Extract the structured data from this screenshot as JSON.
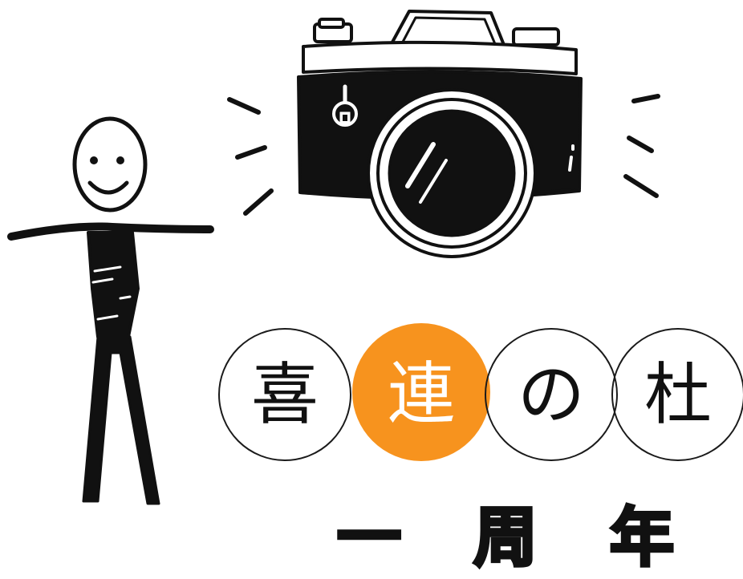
{
  "brand": {
    "characters": [
      "喜",
      "連",
      "の",
      "杜"
    ],
    "highlight_color": "#F7931E",
    "ink_color": "#111111"
  },
  "subtitle": {
    "characters": [
      "一",
      "周",
      "年"
    ]
  },
  "illustrations": {
    "figure": "stick-figure-icon",
    "camera": "camera-icon"
  }
}
